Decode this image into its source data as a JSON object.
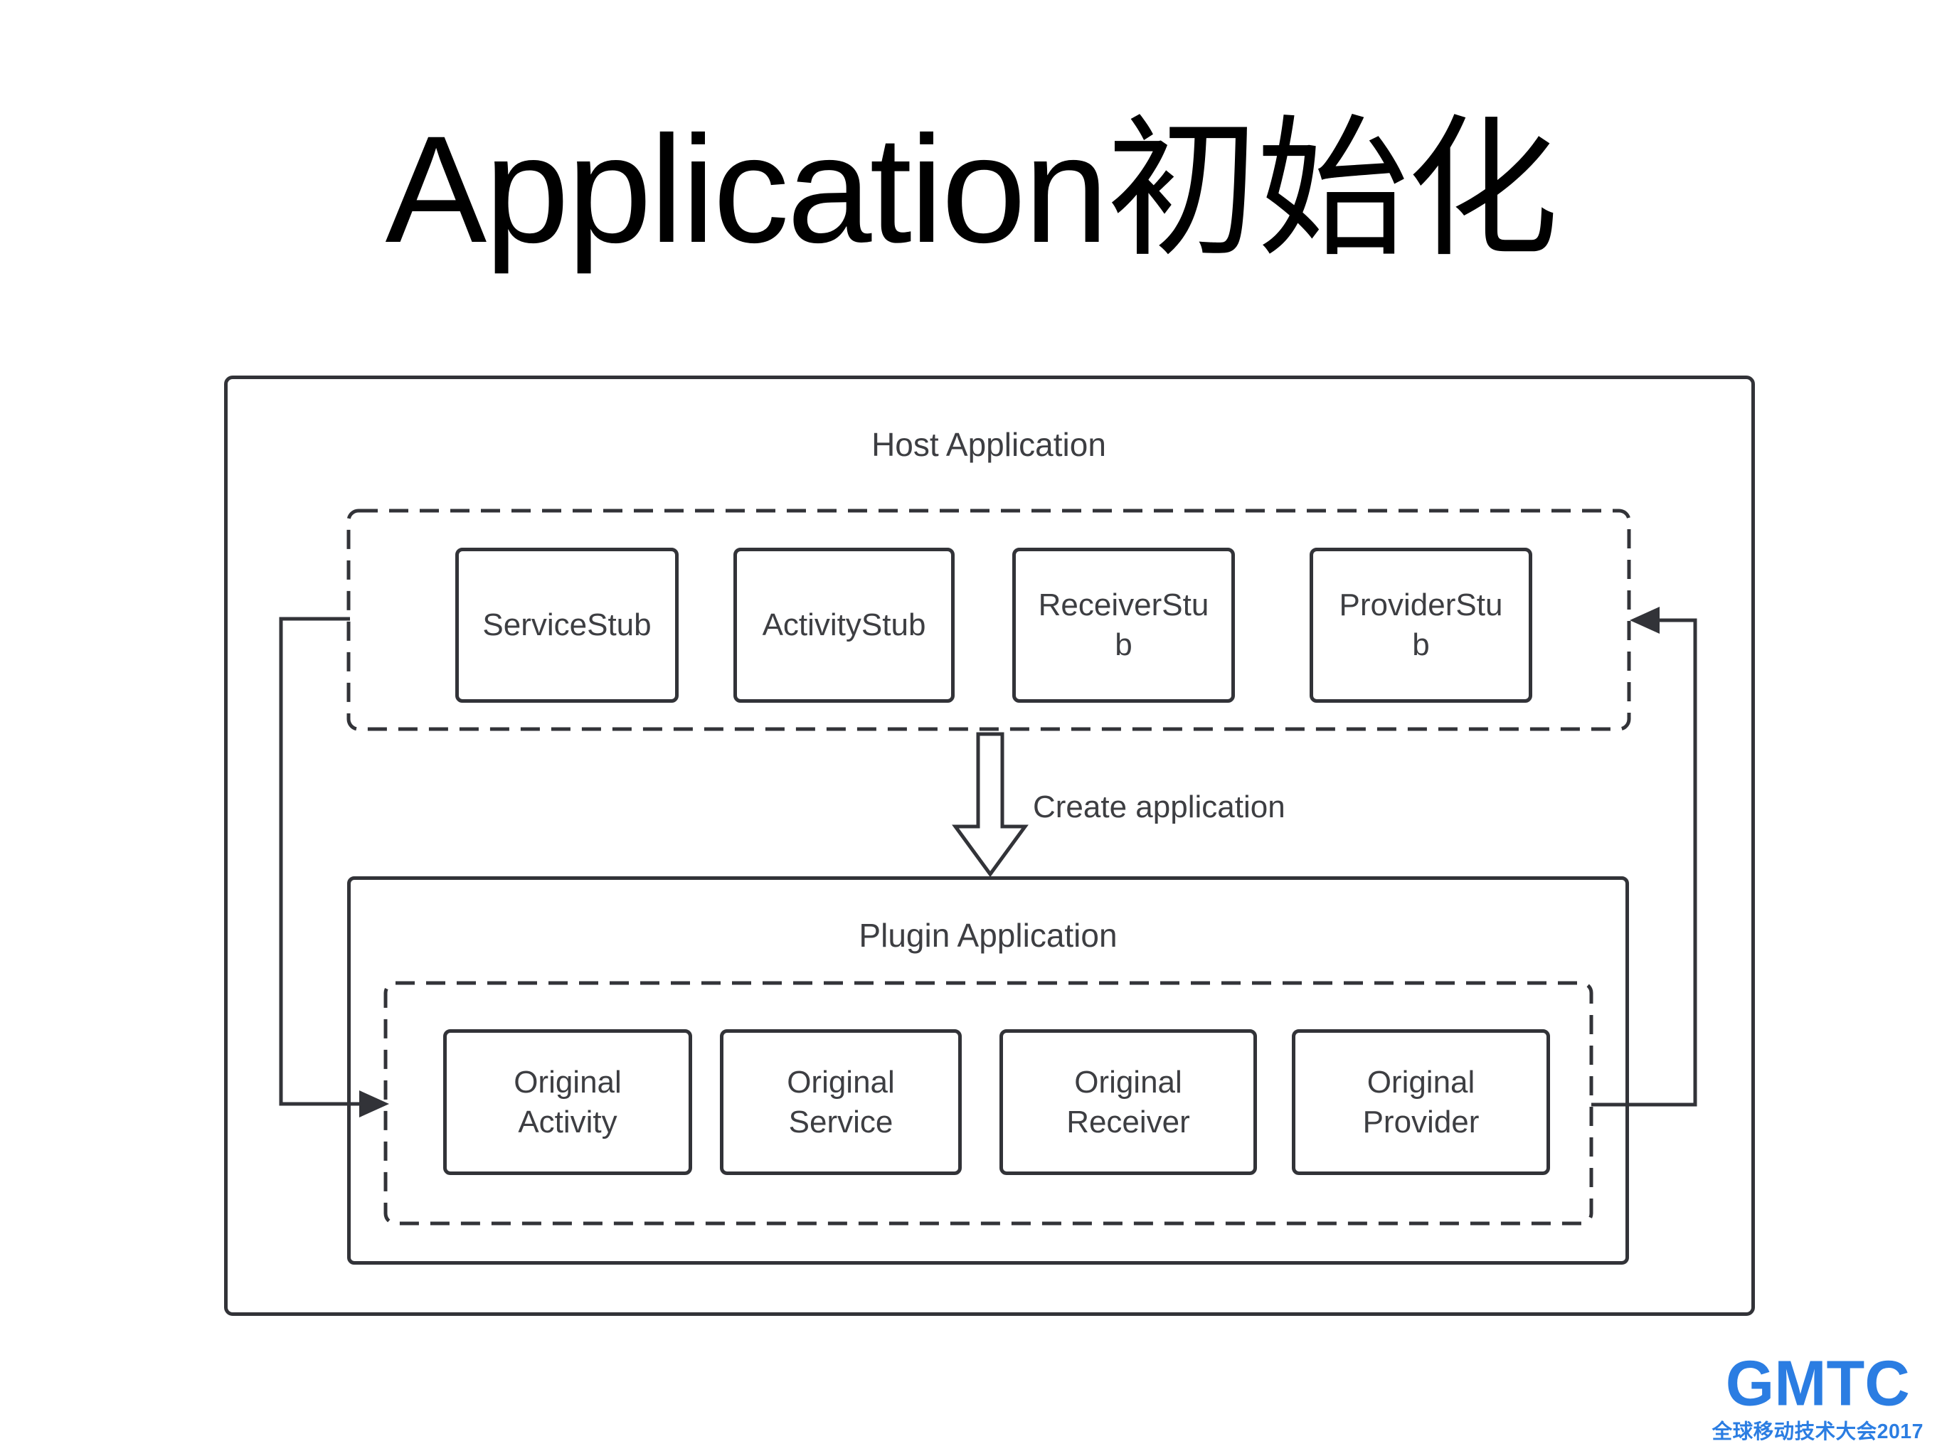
{
  "title": "Application初始化",
  "diagram": {
    "host": {
      "label": "Host Application",
      "stubs": [
        "ServiceStub",
        "ActivityStub",
        "ReceiverStub",
        "ProviderStub"
      ]
    },
    "arrow_label": "Create application",
    "plugin": {
      "label": "Plugin Application",
      "components": [
        "Original Activity",
        "Original Service",
        "Original Receiver",
        "Original Provider"
      ]
    }
  },
  "footer": {
    "logo_text": "GMTC",
    "logo_tagline": "全球移动技术大会2017"
  },
  "colors": {
    "line": "#323338",
    "text": "#3d3e42",
    "title": "#000000",
    "logo_blue": "#2b7de2",
    "background": "#ffffff"
  }
}
